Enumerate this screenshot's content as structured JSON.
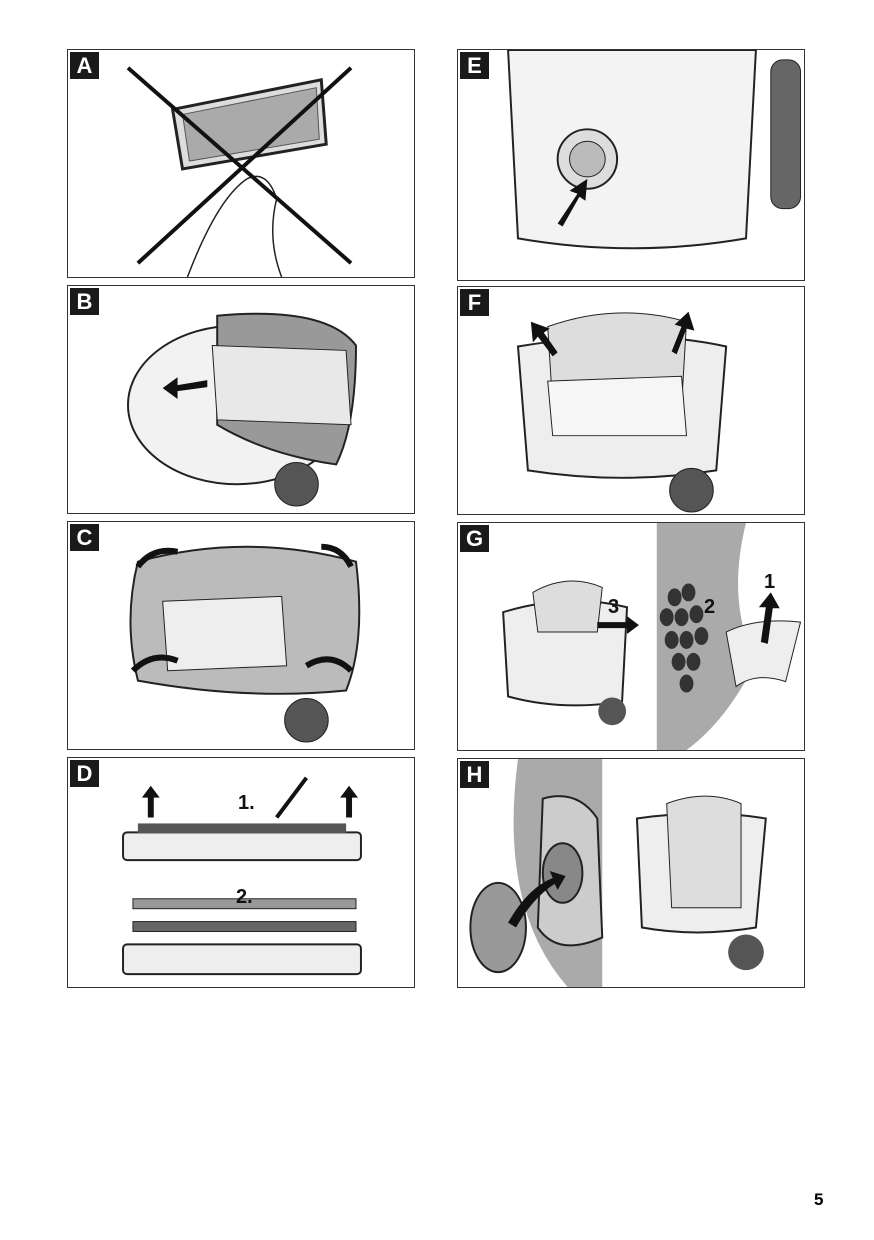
{
  "panels": [
    {
      "id": "A",
      "label": "A"
    },
    {
      "id": "B",
      "label": "B"
    },
    {
      "id": "C",
      "label": "C"
    },
    {
      "id": "D",
      "label": "D",
      "steps": [
        "1.",
        "2."
      ]
    },
    {
      "id": "E",
      "label": "E"
    },
    {
      "id": "F",
      "label": "F"
    },
    {
      "id": "G",
      "label": "G",
      "steps": [
        "1",
        "2",
        "3"
      ]
    },
    {
      "id": "H",
      "label": "H"
    }
  ],
  "page_number": "5"
}
